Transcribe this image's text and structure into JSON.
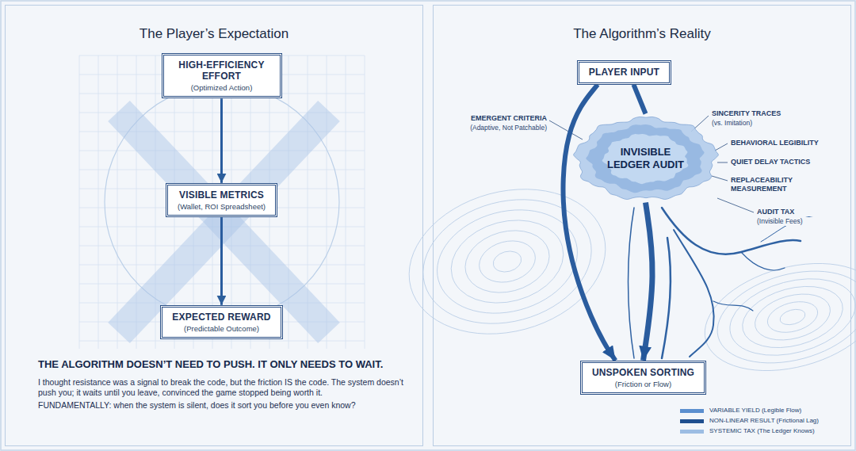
{
  "diagram": {
    "nodes": [
      {
        "text": [
          "The Player’s Expectation"
        ]
      },
      {
        "text": [
          "HIGH-EFFICIENCY EFFORT",
          "(Optimized Action)"
        ],
        "in": 0
      },
      {
        "text": [
          "VISIBLE METRICS",
          "(Wallet, ROI Spreadsheet)"
        ],
        "in": 0
      },
      {
        "text": [
          "EXPECTED REWARD",
          "(Predictable Outcome)"
        ],
        "in": 0
      },
      {
        "text": [
          "The Algorithm’s Reality"
        ]
      },
      {
        "text": [
          "PLAYER INPUT"
        ],
        "in": 4
      },
      {
        "text": [
          "INVISIBLE LEDGER AUDIT"
        ],
        "in": 4
      },
      {
        "text": [
          "UNSPOKEN SORTING",
          "(Friction or Flow)"
        ],
        "in": 4
      }
    ],
    "edges": [
      {
        "from": 1,
        "to": 2,
        "arrow": "to"
      },
      {
        "from": 2,
        "to": 3,
        "arrow": "to"
      },
      {
        "from": 5,
        "to": 6,
        "arrow": "none"
      },
      {
        "from": 5,
        "to": 7,
        "arrow": "to"
      },
      {
        "from": 6,
        "to": 7,
        "arrow": "to"
      }
    ],
    "labels": [
      "THE ALGORITHM DOESN’T NEED TO PUSH. IT ONLY NEEDS TO WAIT.",
      "I thought resistance was a signal to break the code, but the friction IS the code. The system doesn’t push you; it waits until you leave, convinced the game stopped being worth it.",
      "FUNDAMENTALLY: when the system is silent, does it sort you before you even know?",
      "EMERGENT CRITERIA",
      "(Adaptive, Not Patchable)",
      "SINCERITY TRACES",
      "(vs. Imitation)",
      "BEHAVIORAL LEGIBILITY",
      "QUIET DELAY TACTICS",
      "REPLACEABILITY MEASUREMENT",
      "AUDIT TAX",
      "(Invisible Fees)"
    ],
    "legend": [
      {
        "text": "VARIABLE YIELD (Legible Flow)",
        "color": "#5b8fcf"
      },
      {
        "text": "NON-LINEAR RESULT (Frictional Lag)",
        "color": "#1f4f8f"
      },
      {
        "text": "SYSTEMIC TAX (The Ledger Knows)",
        "color": "#9dbde3"
      }
    ]
  }
}
